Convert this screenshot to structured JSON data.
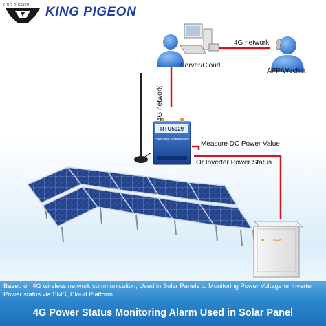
{
  "brand": {
    "name": "KING PIGEON",
    "small_text": "KING PIGEON"
  },
  "labels": {
    "server": "Server/Cloud",
    "app": "APP/Wechat",
    "network_top": "4G network",
    "network_vertical": "4G network",
    "measure": "Measure DC Power Value",
    "inverter": "Or Inverter Power Status"
  },
  "device": {
    "model": "RTU5029",
    "subtitle": "Power Status Monitoring Alarm"
  },
  "inverter_brand": "SOLAR",
  "footer": {
    "description": "Based on 4G wireless network communication, Used in Solar Panels to  Monitoring Power Voltage or Inverter Power status via SMS, Cloud Platform.",
    "headline": "4G Power Status Monitoring Alarm Used in Solar Panel"
  },
  "colors": {
    "link_line": "#d8141b",
    "brand_blue": "#1c3fa8",
    "person_blue": "#3a7ed6",
    "device_blue": "#1f5bb4",
    "band_blue": "#2c86cd"
  }
}
